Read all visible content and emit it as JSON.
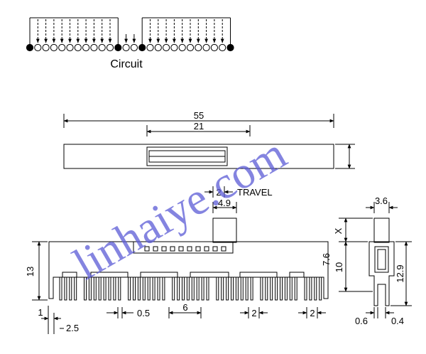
{
  "circuit": {
    "label": "Circuit"
  },
  "top_view": {
    "dim_overall": "55",
    "dim_window": "21"
  },
  "front_view": {
    "travel_value": "2",
    "travel_label": "TRAVEL",
    "knob_width": "4.9",
    "height": "13",
    "pin_width": "0.5",
    "pin_pitch_group": "6",
    "dim_left_1": "1",
    "dim_left_2": "2.5",
    "dim_right_a": "2",
    "dim_right_b": "2"
  },
  "side_view": {
    "knob_width": "3.6",
    "x_label": "X",
    "dim_7_6": "7.6",
    "dim_10": "10",
    "dim_12_9": "12.9",
    "dim_0_6": "0.6",
    "dim_0_4": "0.4"
  },
  "watermark": "linhaiye.com"
}
